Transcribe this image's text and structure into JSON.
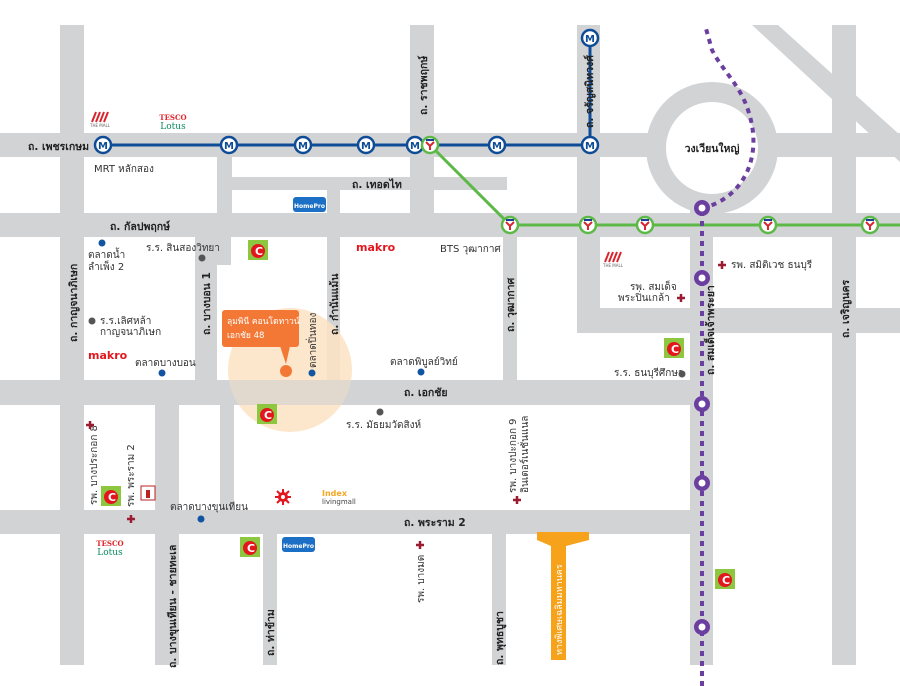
{
  "roads": {
    "phetkasem": "ถ. เพชรเกษม",
    "thoet_thai": "ถ. เทอดไท",
    "kanlapaphruek": "ถ. กัลปพฤกษ์",
    "kanchanaphisek": "ถ. กาญจนาภิเษก",
    "bang_bon_1": "ถ. บางบอน 1",
    "kamnan_maen": "ถ. กำนันแม้น",
    "ratchaphruek": "ถ. ราชพฤกษ์",
    "charansanitwong": "ถ. จรัญสนิทวงศ์",
    "wutthakat": "ถ. วุฒากาศ",
    "somdet_chaophraya": "ถ. สมเด็จเจ้าพระยา",
    "charoen_nakhon": "ถ. เจริญนคร",
    "ekkachai": "ถ. เอกชัย",
    "rama_2": "ถ. พระราม 2",
    "bang_khun_thian": "ถ. บางขุนเทียน - ชายทะเล",
    "tha_kham": "ถ. ท่าข้าม",
    "phutthabucha": "ถ. พุทธบูชา",
    "expressway": "ทางพิเศษเฉลิมมหานคร",
    "roundabout": "วงเวียนใหญ่"
  },
  "places": {
    "mrt_lak_song": "MRT หลักสอง",
    "bts_wutthakat": "BTS วุฒากาศ",
    "sin_song_school": "ร.ร. สินสองวิทยา",
    "floating_market_1": "ตลาดน้ำ",
    "floating_market_2": "ลำเพ็ง 2",
    "lertla_school_1": "ร.ร.เลิศหล้า",
    "lertla_school_2": "กาญจนาภิเษก",
    "bang_bon_market": "ตลาดบางบอน",
    "pin_thong_market": "ตลาดปิ่นทอง",
    "pibul_market": "ตลาดพิบูลย์วิทย์",
    "wat_sing_school": "ร.ร. มัธยมวัดสิงห์",
    "thonburi_suksa": "ร.ร. ธนบุรีศึกษา",
    "samitivej": "รพ. สมิติเวช ธนบุรี",
    "somdej_1": "รพ. สมเด็จ",
    "somdej_2": "พระปิ่นเกล้า",
    "bangpakok_8": "รพ. บางประกอก 8",
    "rama2_hospital": "รพ. พระราม 2",
    "bang_khun_thian_market": "ตลาดบางขุนเทียน",
    "bangpakok_9_1": "รพ. บางปะกอก 9",
    "bangpakok_9_2": "อินเตอร์เนชั่นแนล",
    "bangmod": "รพ. บางมด"
  },
  "project": {
    "line1": "ลุมพินี คอนโดทาวน์",
    "line2": "เอกชัย 48"
  },
  "brands": {
    "makro": "makro",
    "tesco": "TESCO",
    "lotus": "Lotus",
    "homepro": "HomePro",
    "index": "Index",
    "livingmall": "livingmall",
    "the_mall": "THE MALL",
    "big_c": "C",
    "mrt_station": "M"
  },
  "colors": {
    "road": "#d2d3d5",
    "mrt": "#0f4c97",
    "bts": "#5cb947",
    "purple_line": "#6b3fa0",
    "callout": "#f37835",
    "expressway": "#f7a21b"
  }
}
